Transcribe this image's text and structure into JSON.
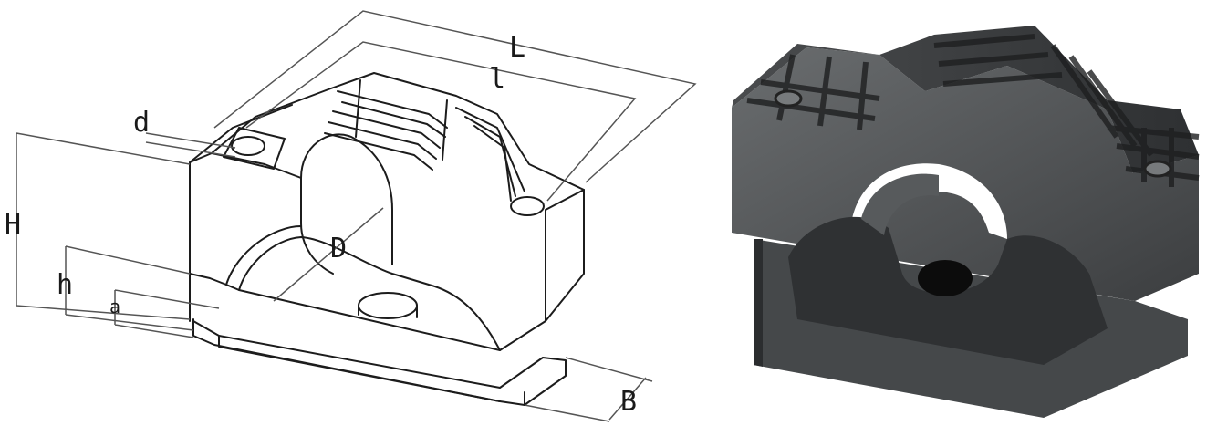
{
  "drawing": {
    "dimension_labels": {
      "L": "L",
      "l": "l",
      "d": "d",
      "H": "H",
      "h": "h",
      "a": "a",
      "D": "D",
      "B": "B"
    }
  },
  "colors": {
    "line_art": "#1c1c1c",
    "dimension_line": "#555555",
    "clamp_dark": "#3a3c3e",
    "clamp_mid": "#5f6264",
    "clamp_light": "#8a8d8f",
    "background": "#ffffff"
  }
}
